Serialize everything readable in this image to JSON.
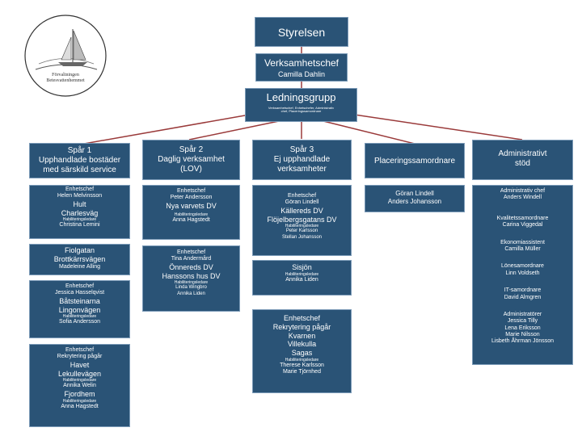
{
  "logo": {
    "text_line1": "Förvaltningen",
    "text_line2": "Betesvattenhemmet"
  },
  "styrelsen": "Styrelsen",
  "verksamhetschef": {
    "title": "Verksamhetschef",
    "name": "Camilla Dahlin"
  },
  "ledningsgrupp": {
    "title": "Ledningsgrupp",
    "desc_line1": "Verksamhetschef, Enhetschefer, Administrativ",
    "desc_line2": "chef, Placeringssamordnare"
  },
  "headers": {
    "spar1": [
      "Spår 1",
      "Upphandlade bostäder",
      "med särskild service"
    ],
    "spar2": [
      "Spår 2",
      "Daglig verksamhet",
      "(LOV)"
    ],
    "spar3": [
      "Spår 3",
      "Ej upphandlade",
      "verksamheter"
    ],
    "placering": [
      "Placeringssamordnare"
    ],
    "admin": [
      "Administrativt",
      "stöd"
    ]
  },
  "spar1_units": [
    {
      "role": "Enhetschef",
      "name": "Helen Melvinsson",
      "places": [
        "Hult",
        "Charlesväg"
      ],
      "staff_title": "Habiliteringsledare",
      "staff": "Christina Lemini"
    },
    {
      "role": "",
      "name": "",
      "places": [
        "Fiolgatan",
        "Brottkärrsvägen"
      ],
      "staff_title": "",
      "staff": "Madeleine Alling"
    },
    {
      "role": "Enhetschef",
      "name": "Jessica Hasselqvist",
      "places": [
        "Båtsteinarna",
        "Lingonvägen"
      ],
      "staff_title": "Habiliteringsledare",
      "staff": "Sofia Andersson"
    },
    {
      "role": "Enhetschef",
      "name": "Rekrytering pågår",
      "places": [
        "Havet",
        "Lekullevägen"
      ],
      "staff_title": "Habiliteringsledare",
      "staff": "Annika Welin"
    },
    {
      "role": "",
      "name": "",
      "places": [
        "Fjordhem"
      ],
      "staff_title": "Habiliteringsledare",
      "staff": "Anna Hagstedt"
    }
  ],
  "spar2_units": [
    {
      "role": "Enhetschef",
      "name": "Peter Andersson",
      "places": [
        "Nya varvets DV"
      ],
      "staff_title": "Habiliteringsledare",
      "staff": "Anna Hagstedt"
    },
    {
      "role": "Enhetschef",
      "name": "Tina Andermård",
      "places": [
        "Önnereds DV",
        "Hanssons hus DV"
      ],
      "staff_title": "Habiliteringsledare",
      "staff": "Linda Wingbro",
      "staff2": "Annika Liden"
    }
  ],
  "spar3_units": [
    {
      "role": "Enhetschef",
      "name": "Göran Lindell",
      "places": [
        "Källereds DV",
        "Flöjelbergsgatans DV"
      ],
      "staff_title": "Habiliteringsledare",
      "staff": "Peter Karlsson",
      "staff2": "Stellan Johansson"
    },
    {
      "role": "",
      "name": "",
      "places": [
        "Sisjön"
      ],
      "staff_title": "Habiliteringsledare",
      "staff": "Annika Liden"
    },
    {
      "role": "Enhetschef",
      "name": "Rekrytering pågår",
      "places": [
        "Kvarnen",
        "Villekulla",
        "Sagas"
      ],
      "staff_title": "Habiliteringsledare",
      "staff": "Therese Karlsson",
      "staff2": "Marie Tjörnhed"
    }
  ],
  "placering_staff": [
    "Göran Lindell",
    "Anders Johansson"
  ],
  "admin_items": [
    [
      "Administrativ chef",
      "Anders Windell"
    ],
    [
      "Kvalitetssamordnare",
      "Carina Viggedal"
    ],
    [
      "Ekonomiassistent",
      "Camilla Müller"
    ],
    [
      "Lönesamordnare",
      "Linn Voldseth"
    ],
    [
      "IT-samordnare",
      "David Almgren"
    ],
    [
      "Administratörer",
      "Jessica Tilly",
      "Lena Eriksson",
      "Marie Nilsson",
      "Lisbeth Åhrman Jönsson"
    ]
  ],
  "colors": {
    "box": "#2a5376",
    "border": "#7c9bb8",
    "connector": "#9a3a3a",
    "text": "#ffffff"
  }
}
